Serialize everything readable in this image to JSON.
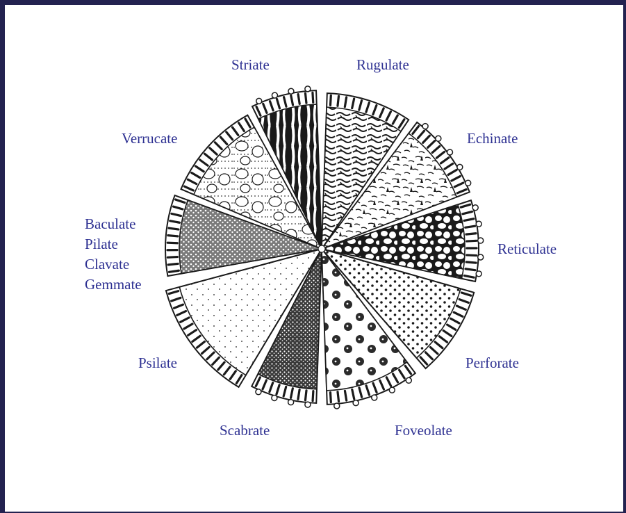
{
  "diagram": {
    "label_color": "#2e3192",
    "frame_color": "#232250",
    "ink_color": "#1a1a1a",
    "sectors": [
      {
        "key": "striate",
        "pattern": "striate",
        "labels": [
          "Striate"
        ]
      },
      {
        "key": "rugulate",
        "pattern": "rugulate",
        "labels": [
          "Rugulate"
        ]
      },
      {
        "key": "echinate",
        "pattern": "echinate",
        "labels": [
          "Echinate"
        ]
      },
      {
        "key": "reticulate",
        "pattern": "reticulate",
        "labels": [
          "Reticulate"
        ]
      },
      {
        "key": "perforate",
        "pattern": "perforate",
        "labels": [
          "Perforate"
        ]
      },
      {
        "key": "foveolate",
        "pattern": "foveolate",
        "labels": [
          "Foveolate"
        ]
      },
      {
        "key": "scabrate",
        "pattern": "scabrate",
        "labels": [
          "Scabrate"
        ]
      },
      {
        "key": "psilate",
        "pattern": "psilate",
        "labels": [
          "Psilate"
        ]
      },
      {
        "key": "baculate",
        "pattern": "baculate",
        "labels": [
          "Baculate",
          "Pilate",
          "Clavate",
          "Gemmate"
        ]
      },
      {
        "key": "verrucate",
        "pattern": "verrucate",
        "labels": [
          "Verrucate"
        ]
      }
    ]
  }
}
